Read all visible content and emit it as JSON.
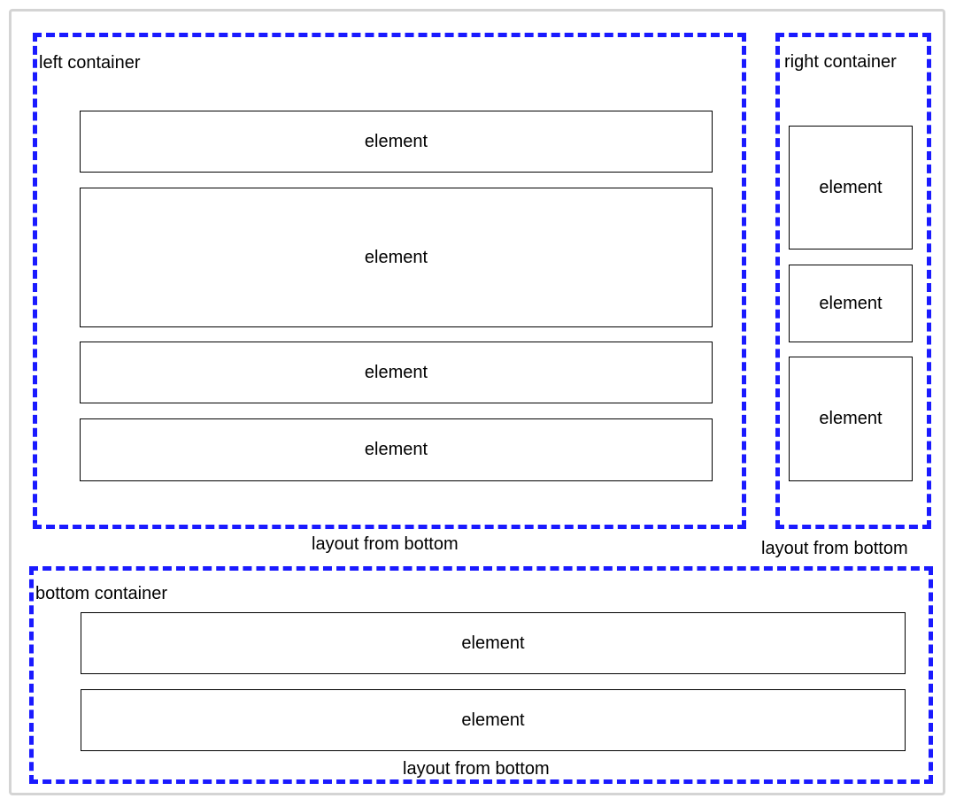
{
  "diagram": {
    "left_container": {
      "label": "left container",
      "layout_note": "layout from bottom",
      "elements": [
        "element",
        "element",
        "element",
        "element"
      ]
    },
    "right_container": {
      "label": "right container",
      "layout_note": "layout from bottom",
      "elements": [
        "element",
        "element",
        "element"
      ]
    },
    "bottom_container": {
      "label": "bottom container",
      "layout_note": "layout from bottom",
      "elements": [
        "element",
        "element"
      ]
    },
    "colors": {
      "container_border": "#1a1aff",
      "element_border": "#000000",
      "frame_border": "#d4d4d4"
    }
  }
}
